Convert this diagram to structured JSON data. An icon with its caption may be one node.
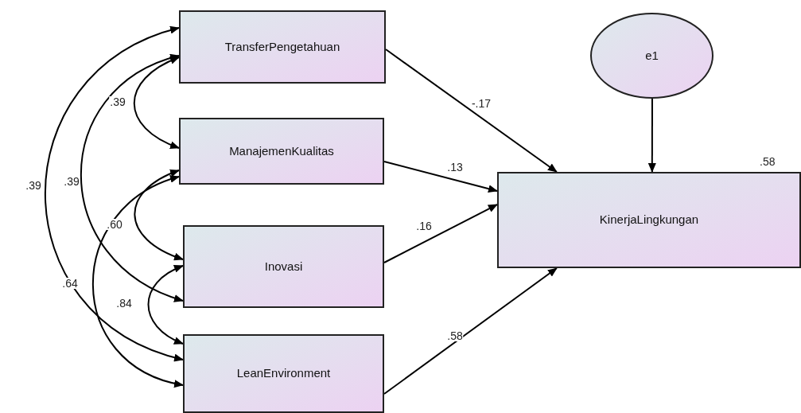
{
  "diagram": {
    "nodes": [
      {
        "text": [
          "TransferPengetahuan"
        ]
      },
      {
        "text": [
          "ManajemenKualitas"
        ]
      },
      {
        "text": [
          "Inovasi"
        ]
      },
      {
        "text": [
          "LeanEnvironment"
        ]
      },
      {
        "text": [
          "e1"
        ]
      },
      {
        "text": [
          "KinerjaLingkungan"
        ],
        "beside": [
          ".58"
        ]
      }
    ],
    "edges": [
      {
        "from": 0,
        "to": 5,
        "arrow": "to",
        "label": "-.17"
      },
      {
        "from": 1,
        "to": 5,
        "arrow": "to",
        "label": ".13"
      },
      {
        "from": 2,
        "to": 5,
        "arrow": "to",
        "label": ".16"
      },
      {
        "from": 3,
        "to": 5,
        "arrow": "to",
        "label": ".58"
      },
      {
        "from": 4,
        "to": 5,
        "arrow": "to"
      },
      {
        "from": 0,
        "to": 3,
        "arrow": "both",
        "label": ".39"
      },
      {
        "from": 0,
        "to": 2,
        "arrow": "both",
        "label": ".39"
      },
      {
        "from": 0,
        "to": 1,
        "arrow": "both",
        "label": ".39"
      },
      {
        "from": 1,
        "to": 2,
        "arrow": "both",
        "label": ".60"
      },
      {
        "from": 1,
        "to": 3,
        "arrow": "both",
        "label": ".64"
      },
      {
        "from": 2,
        "to": 3,
        "arrow": "both",
        "label": ".84"
      }
    ]
  }
}
